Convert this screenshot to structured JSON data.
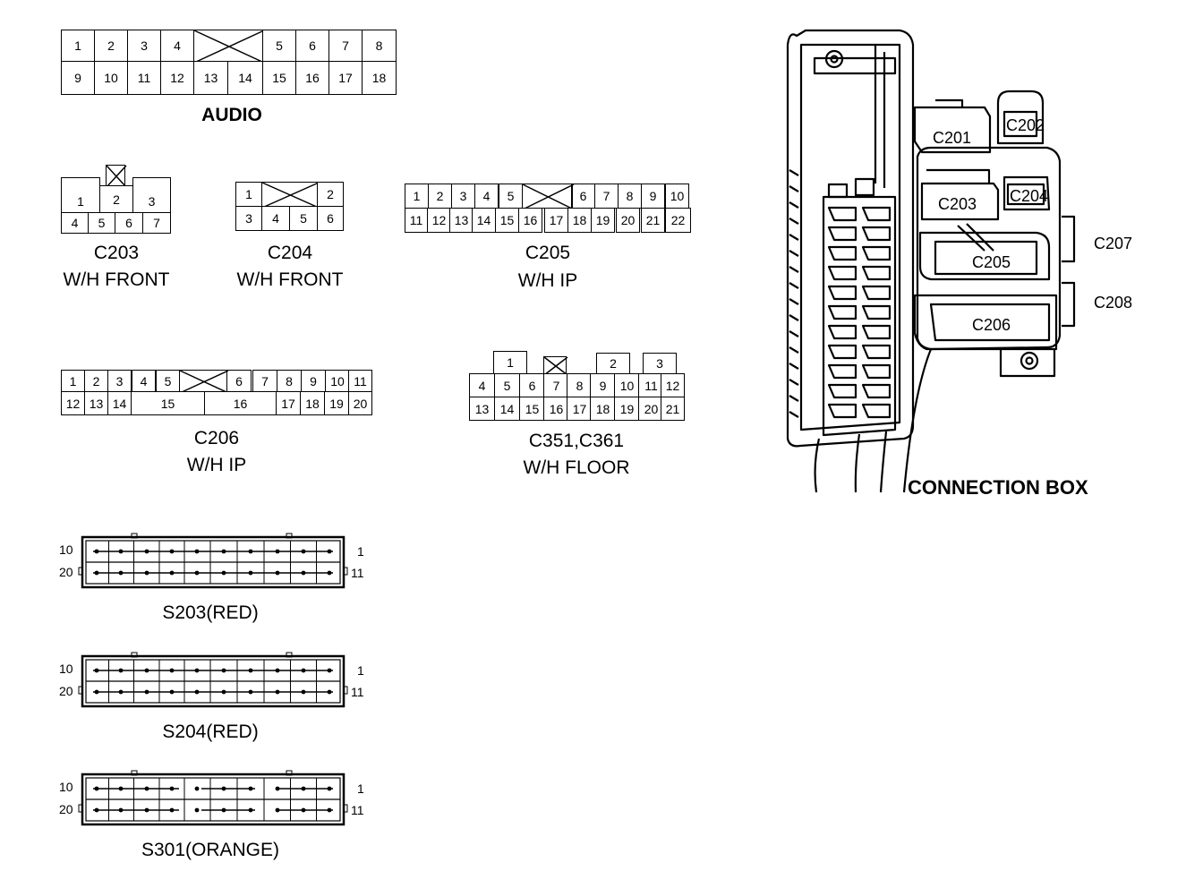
{
  "connectors": {
    "audio": {
      "label": "AUDIO",
      "row1": [
        "1",
        "2",
        "3",
        "4",
        "",
        "5",
        "6",
        "7",
        "8"
      ],
      "row2": [
        "9",
        "10",
        "11",
        "12",
        "13",
        "14",
        "15",
        "16",
        "17",
        "18"
      ]
    },
    "c203": {
      "label1": "C203",
      "label2": "W/H FRONT",
      "top": [
        "1",
        "2",
        "3"
      ],
      "bottom": [
        "4",
        "5",
        "6",
        "7"
      ]
    },
    "c204": {
      "label1": "C204",
      "label2": "W/H FRONT",
      "row1": [
        "1",
        "2"
      ],
      "row2": [
        "3",
        "4",
        "5",
        "6"
      ]
    },
    "c205": {
      "label1": "C205",
      "label2": "W/H IP",
      "row1": [
        "1",
        "2",
        "3",
        "4",
        "5",
        "6",
        "7",
        "8",
        "9",
        "10"
      ],
      "row2": [
        "11",
        "12",
        "13",
        "14",
        "15",
        "16",
        "17",
        "18",
        "19",
        "20",
        "21",
        "22"
      ]
    },
    "c206": {
      "label1": "C206",
      "label2": "W/H IP",
      "row1": [
        "1",
        "2",
        "3",
        "4",
        "5",
        "6",
        "7",
        "8",
        "9",
        "10",
        "11"
      ],
      "row2": [
        "12",
        "13",
        "14",
        "15",
        "16",
        "17",
        "18",
        "19",
        "20"
      ]
    },
    "c351": {
      "label1": "C351,C361",
      "label2": "W/H FLOOR",
      "top": [
        "1",
        "2",
        "3"
      ],
      "row1": [
        "4",
        "5",
        "6",
        "7",
        "8",
        "9",
        "10",
        "11",
        "12"
      ],
      "row2": [
        "13",
        "14",
        "15",
        "16",
        "17",
        "18",
        "19",
        "20",
        "21"
      ]
    }
  },
  "splices": [
    {
      "label": "S203(RED)",
      "pin_tl": "10",
      "pin_bl": "20",
      "pin_tr": "1",
      "pin_br": "11"
    },
    {
      "label": "S204(RED)",
      "pin_tl": "10",
      "pin_bl": "20",
      "pin_tr": "1",
      "pin_br": "11"
    },
    {
      "label": "S301(ORANGE)",
      "pin_tl": "10",
      "pin_bl": "20",
      "pin_tr": "1",
      "pin_br": "11"
    }
  ],
  "connection_box": {
    "title": "CONNECTION BOX",
    "labels": [
      "C201",
      "C202",
      "C203",
      "C204",
      "C205",
      "C206",
      "C207",
      "C208"
    ]
  }
}
